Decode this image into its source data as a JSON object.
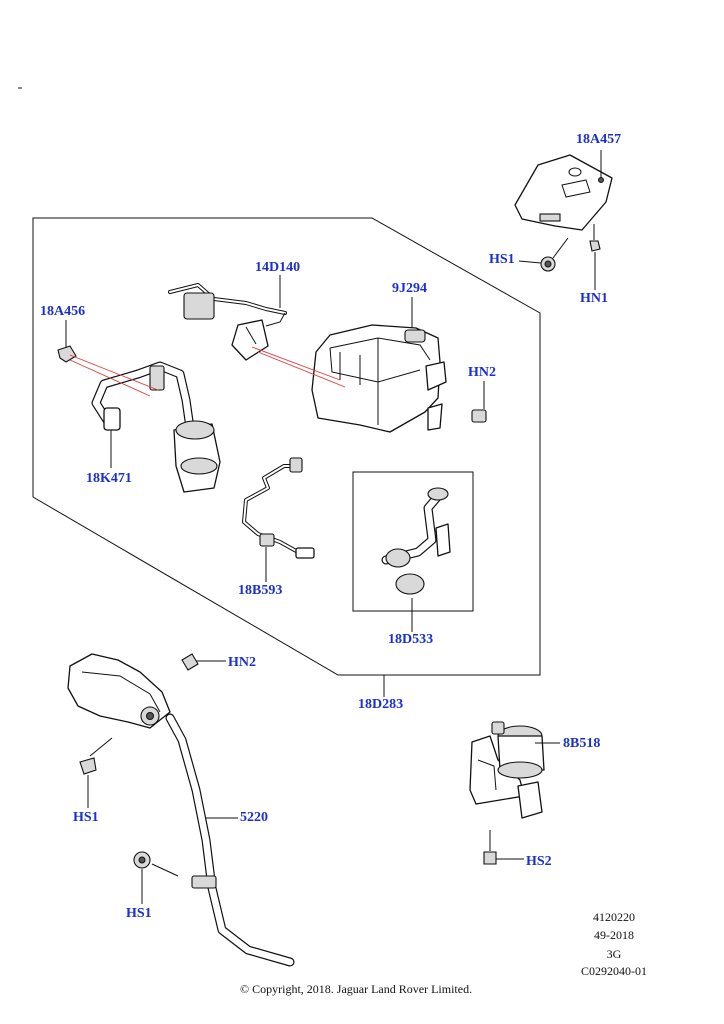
{
  "labels": {
    "p18A457": "18A457",
    "hs1_top": "HS1",
    "hn1": "HN1",
    "p14D140": "14D140",
    "p9J294": "9J294",
    "p18A456": "18A456",
    "hn2_right": "HN2",
    "p18K471": "18K471",
    "p18B593": "18B593",
    "p18D533": "18D533",
    "hn2_lower": "HN2",
    "p18D283": "18D283",
    "p8B518": "8B518",
    "hs1_left": "HS1",
    "p5220": "5220",
    "hs2": "HS2",
    "hs1_bottom": "HS1"
  },
  "meta": {
    "line1": "4120220",
    "line2": "49-2018",
    "line3": "3G",
    "line4": "C0292040-01"
  },
  "copyright": "© Copyright, 2018. Jaguar Land Rover Limited.",
  "colors": {
    "label": "#1a2fd0",
    "leader": "#111111",
    "highlight_leader": "#e23a3a"
  }
}
